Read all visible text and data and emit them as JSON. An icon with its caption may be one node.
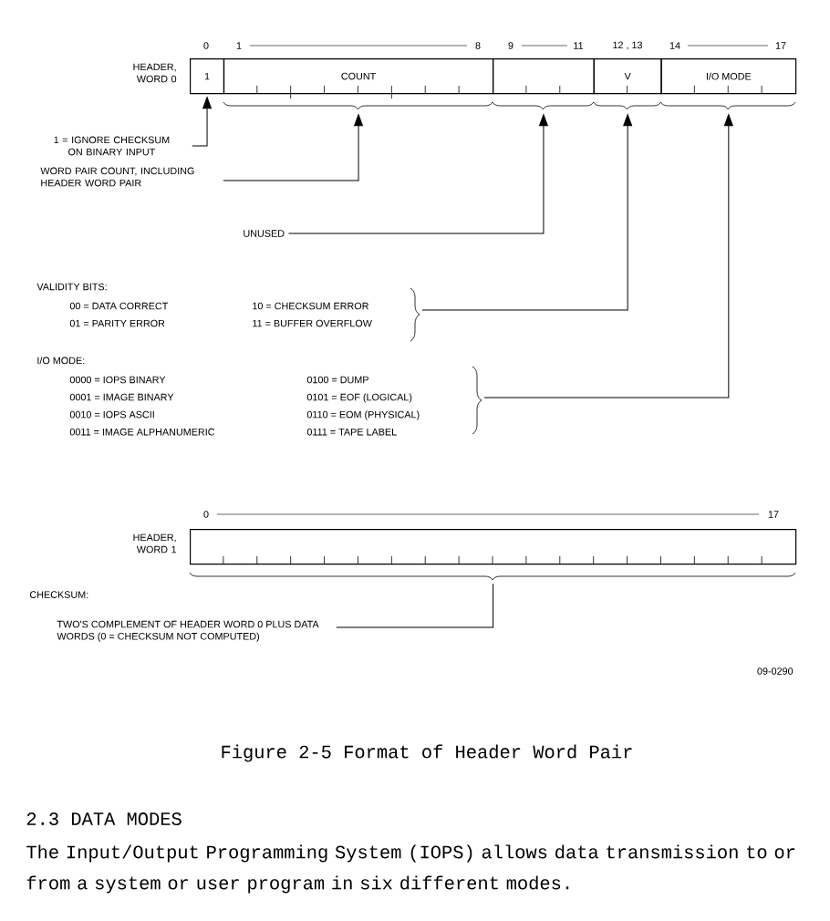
{
  "diagram": {
    "caption": "Figure 2-5 Format of Header Word Pair",
    "nodes": [
      {
        "text": [
          "1"
        ]
      },
      {
        "text": [
          "COUNT"
        ]
      },
      {
        "text": [],
        "shape": "box"
      },
      {
        "text": [
          "V"
        ]
      },
      {
        "text": [
          "I/O MODE"
        ]
      },
      {
        "text": [
          "1 = IGNORE CHECKSUM ON BINARY INPUT"
        ]
      },
      {
        "text": [
          "WORD PAIR COUNT, INCLUDING HEADER WORD PAIR"
        ]
      },
      {
        "text": [
          "UNUSED"
        ]
      },
      {
        "text": [
          "VALIDITY BITS:",
          "00 = DATA CORRECT",
          "01 = PARITY ERROR",
          "10 = CHECKSUM ERROR",
          "11 = BUFFER OVERFLOW"
        ]
      },
      {
        "text": [
          "I/O MODE:",
          "0000 = IOPS BINARY",
          "0001 = IMAGE BINARY",
          "0010 = IOPS ASCII",
          "0011 = IMAGE ALPHANUMERIC",
          "0100 = DUMP",
          "0101 = EOF (LOGICAL)",
          "0110 = EOM (PHYSICAL)",
          "0111 = TAPE LABEL"
        ]
      },
      {
        "text": [],
        "shape": "box"
      },
      {
        "text": [
          "CHECKSUM:",
          "TWO'S COMPLEMENT OF HEADER WORD 0 PLUS DATA WORDS (0 = CHECKSUM NOT COMPUTED)"
        ]
      }
    ],
    "edges": [
      {
        "from": 5,
        "to": 0,
        "arrow": "to"
      },
      {
        "from": 6,
        "to": 1,
        "arrow": "to"
      },
      {
        "from": 7,
        "to": 2,
        "arrow": "to"
      },
      {
        "from": 8,
        "to": 3,
        "arrow": "to"
      },
      {
        "from": 9,
        "to": 4,
        "arrow": "to"
      },
      {
        "from": 11,
        "to": 10,
        "arrow": "none"
      }
    ],
    "labels": [
      "0",
      "1",
      "8",
      "9",
      "11",
      "12 , 13",
      "14",
      "17",
      "HEADER, WORD 0",
      "0",
      "17",
      "HEADER, WORD 1",
      "09-0290",
      "2.3 DATA MODES",
      "The Input/Output Programming System (IOPS) allows data transmission to or from a system or user program in six different modes."
    ]
  }
}
